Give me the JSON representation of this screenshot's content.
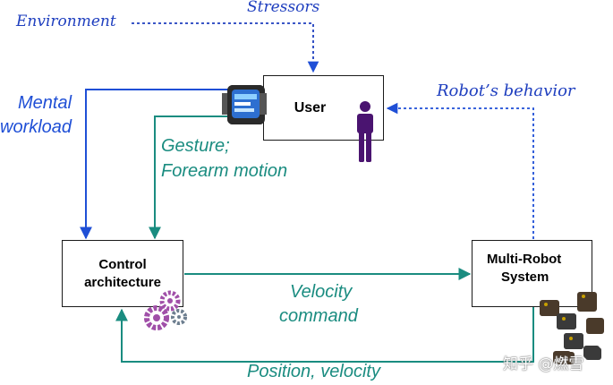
{
  "labels": {
    "environment": "Environment",
    "stressors": "Stressors",
    "mental_workload": "Mental workload",
    "mental": "Mental",
    "workload": "workload",
    "gesture_line1": "Gesture;",
    "gesture_line2": "Forearm motion",
    "robots_behavior": "Robot’s behavior",
    "velocity_line1": "Velocity",
    "velocity_line2": "command",
    "position_velocity": "Position, velocity"
  },
  "boxes": {
    "user": "User",
    "control_line1": "Control",
    "control_line2": "architecture",
    "mrs_line1": "Multi-Robot",
    "mrs_line2": "System"
  },
  "watermark": "知乎 @燃雪",
  "colors": {
    "dark_blue": "#1f3fbf",
    "mid_blue": "#1f4fd6",
    "teal": "#1a8c80",
    "purple": "#4a1470",
    "gear_purple": "#a04fa8",
    "gear_gray": "#6e7f90"
  },
  "icons": [
    "smartwatch-icon",
    "person-icon",
    "gears-icon",
    "robots-icon"
  ]
}
